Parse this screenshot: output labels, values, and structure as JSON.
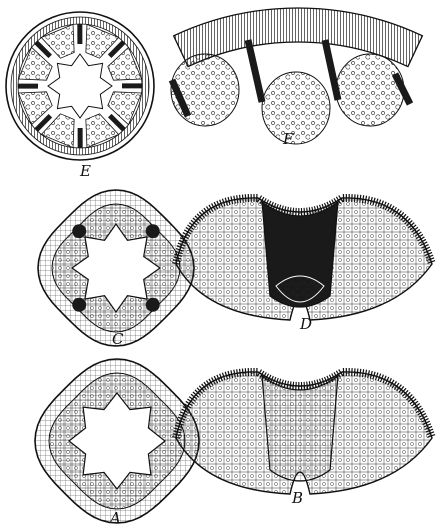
{
  "figures": [
    {
      "id": "E",
      "label": "E"
    },
    {
      "id": "F",
      "label": "F"
    },
    {
      "id": "C",
      "label": "C"
    },
    {
      "id": "D",
      "label": "D"
    },
    {
      "id": "A",
      "label": "A"
    },
    {
      "id": "B",
      "label": "B"
    }
  ],
  "colors": {
    "ink": "#111111",
    "paper": "#ffffff",
    "fill": "#1a1a1a"
  }
}
